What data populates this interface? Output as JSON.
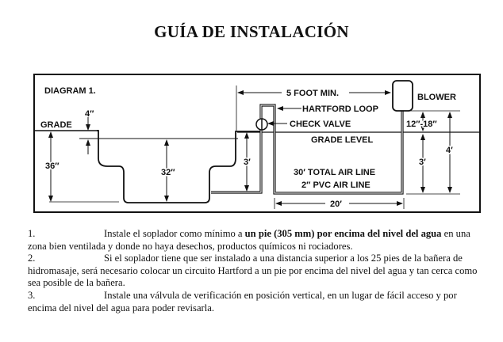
{
  "title": "GUÍA DE INSTALACIÓN",
  "diagram": {
    "heading": "DIAGRAM 1.",
    "grade": "GRADE",
    "rim_offset": "4″",
    "depth_36": "36″",
    "depth_32": "32″",
    "pipe_3ft_left": "3′",
    "five_foot": "5 FOOT MIN.",
    "hartford_loop": "HARTFORD LOOP",
    "check_valve": "CHECK VALVE",
    "grade_level": "GRADE LEVEL",
    "total_air_line": "30′ TOTAL AIR LINE",
    "pvc_air_line": "2″ PVC AIR LINE",
    "run_20": "20′",
    "blower": "BLOWER",
    "height_12_18": "12″-18″",
    "height_3": "3′",
    "height_4": "4′"
  },
  "items": [
    {
      "num": "1.",
      "bold_pre": "",
      "text_a": "Instale el soplador como mínimo a ",
      "bold": "un pie (305 mm) por encima del nivel del agua",
      "text_b": " en una zona bien ventilada y donde no haya desechos, productos químicos ni rociadores."
    },
    {
      "num": "2.",
      "text_a": "Si el soplador tiene que ser instalado a una distancia superior a los 25 pies de la bañera de hidromasaje, será necesario colocar un circuito Hartford a un pie por encima del nivel del agua y tan cerca como sea posible de la bañera."
    },
    {
      "num": "3.",
      "text_a": "Instale una válvula de verificación en posición vertical, en un lugar de fácil acceso y por encima del nivel del agua para poder revisarla."
    }
  ]
}
